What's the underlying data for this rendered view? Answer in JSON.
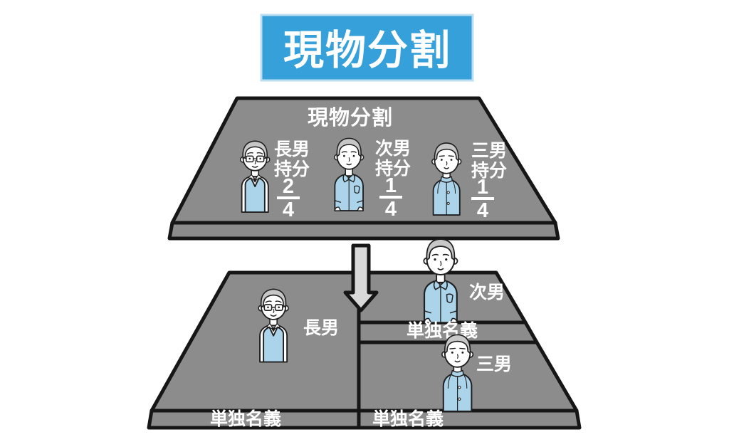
{
  "title": "現物分割",
  "top_land": {
    "label": "現物分割",
    "members": [
      {
        "name": "長男",
        "share_label": "持分",
        "numerator": "2",
        "denominator": "4"
      },
      {
        "name": "次男",
        "share_label": "持分",
        "numerator": "1",
        "denominator": "4"
      },
      {
        "name": "三男",
        "share_label": "持分",
        "numerator": "1",
        "denominator": "4"
      }
    ]
  },
  "bottom_land": {
    "sections": [
      {
        "owner": "長男",
        "ownership": "単独名義"
      },
      {
        "owner": "次男",
        "ownership": "単独名義"
      },
      {
        "owner": "三男",
        "ownership": "単独名義"
      }
    ]
  },
  "icons": {
    "arrow": "down-arrow-icon",
    "eldest": "eldest-son-avatar",
    "second": "second-son-avatar",
    "third": "third-son-avatar"
  },
  "colors": {
    "banner_blue": "#36A0DA",
    "banner_border": "#BCDEF1",
    "land_gray": "#8C8C8C",
    "outline_black": "#161616",
    "arrow_gray": "#D9D9D9",
    "shirt_blue": "#ABD4EA",
    "hair_gray": "#C7C7C7",
    "text_white": "#FFFFFF"
  }
}
